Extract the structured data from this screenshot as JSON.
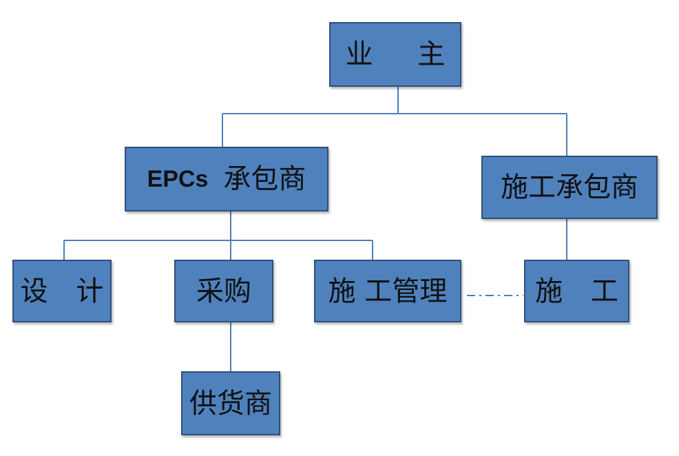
{
  "nodes": {
    "owner": "业 主",
    "epc_latin": "EPCs",
    "epc_cn": "承包商",
    "construction_contractor": "施工承包商",
    "design": "设 计",
    "procurement": "采购",
    "construction_management": "施 工管理",
    "construction": "施 工",
    "supplier": "供货商"
  },
  "colors": {
    "box_fill": "#4f81bd",
    "box_border": "#2f4f7a",
    "connector": "#4a7ebb"
  }
}
